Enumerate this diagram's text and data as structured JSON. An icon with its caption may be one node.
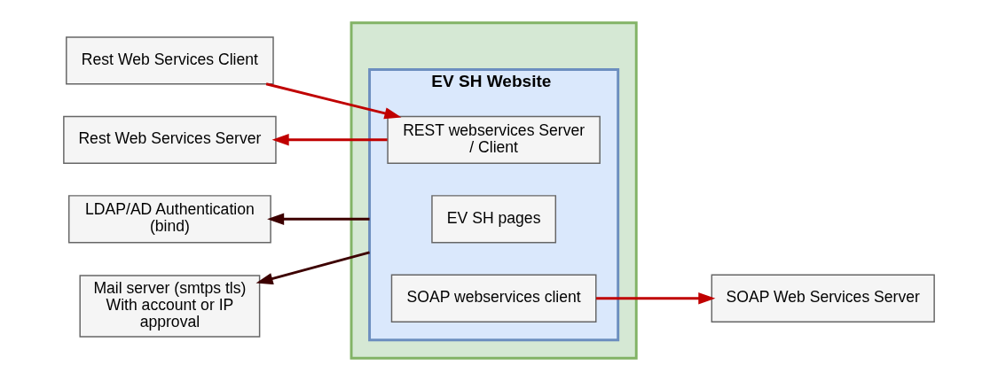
{
  "diagram": {
    "nodes": [
      {
        "text": [
          "Rest Web Services Client"
        ]
      },
      {
        "text": [
          "Rest Web Services Server"
        ]
      },
      {
        "text": [
          "LDAP/AD Authentication (bind)"
        ]
      },
      {
        "text": [
          "Mail server (smtps tls) With account or IP approval"
        ]
      },
      {
        "text": [],
        "shape": "box"
      },
      {
        "text": [
          "EV SH Website"
        ],
        "in": 4
      },
      {
        "text": [
          "EV SH pages"
        ],
        "in": 5
      },
      {
        "text": [
          "REST webservices Server / Client"
        ],
        "in": 5
      },
      {
        "text": [
          "SOAP webservices client"
        ],
        "in": 5
      },
      {
        "text": [
          "SOAP Web Services Server"
        ]
      }
    ],
    "edges": [
      {
        "from": 0,
        "to": 7,
        "arrow": "to"
      },
      {
        "from": 7,
        "to": 1,
        "arrow": "to"
      },
      {
        "from": 5,
        "to": 2,
        "arrow": "to",
        "color": "#3d0000"
      },
      {
        "from": 5,
        "to": 3,
        "arrow": "to",
        "color": "#3d0000"
      },
      {
        "from": 8,
        "to": 9,
        "arrow": "to"
      }
    ]
  }
}
